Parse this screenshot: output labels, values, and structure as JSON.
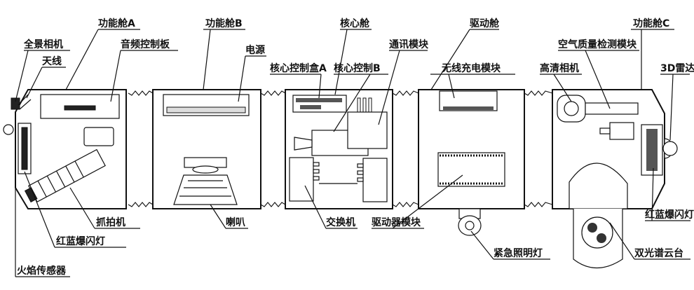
{
  "labels": {
    "module_a": "功能舱A",
    "module_b": "功能舱B",
    "core": "核心舱",
    "drive": "驱动舱",
    "module_c": "功能舱C",
    "panorama": "全景相机",
    "antenna": "天线",
    "audio": "音频控制板",
    "power": "电源",
    "core_box_a": "核心控制盒A",
    "core_box_b": "核心控制B",
    "comm": "通讯模块",
    "wireless": "无线充电模块",
    "hd_camera": "高清相机",
    "air": "空气质量检测模块",
    "lidar": "3D雷达",
    "capture": "抓拍机",
    "horn": "喇叭",
    "switch": "交换机",
    "driver": "驱动器模块",
    "emergency": "紧急照明灯",
    "flash_left": "红蓝爆闪灯",
    "flash_right": "红蓝爆闪灯",
    "gimbal": "双光谱云台",
    "fire": "火焰传感器"
  }
}
